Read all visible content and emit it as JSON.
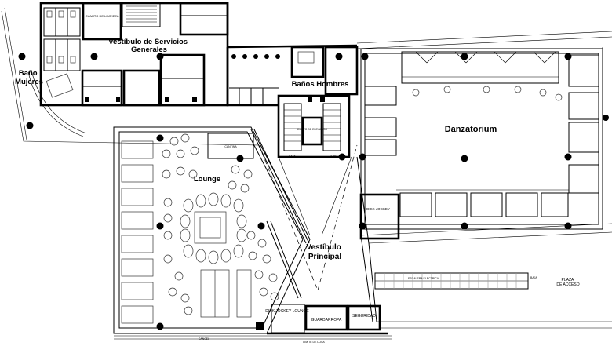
{
  "plan": {
    "rooms": {
      "vestibulo_servicios": "Vestíbulo de Servicios Generales",
      "bano_mujeres": "Baño Mujeres",
      "bano_hombres": "Baños Hombres",
      "danzatorium": "Danzatorium",
      "lounge": "Lounge",
      "vestibulo_principal": "Vestíbulo Principal",
      "disk_jockey": "DISK JOCKEY",
      "disk_jockey_lounge": "DISK JOCKEY LOUNGE",
      "guardarropa": "GUARDARROPA",
      "seguridad": "SEGURIDAD",
      "plaza_acceso": "PLAZA DE ACCESO"
    },
    "small_labels": {
      "cuarto_limpieza": "CUARTO DE LIMPIEZA",
      "baja": "BAJA",
      "sube": "SUBE",
      "cantina": "CANTINA",
      "ducto_elevador": "DUCTO DE ELEVADOR",
      "escalera": "ESCALERA ELECTRICA",
      "limite_losa": "LIMITE DE LOSA",
      "cancel": "CANCEL"
    }
  }
}
